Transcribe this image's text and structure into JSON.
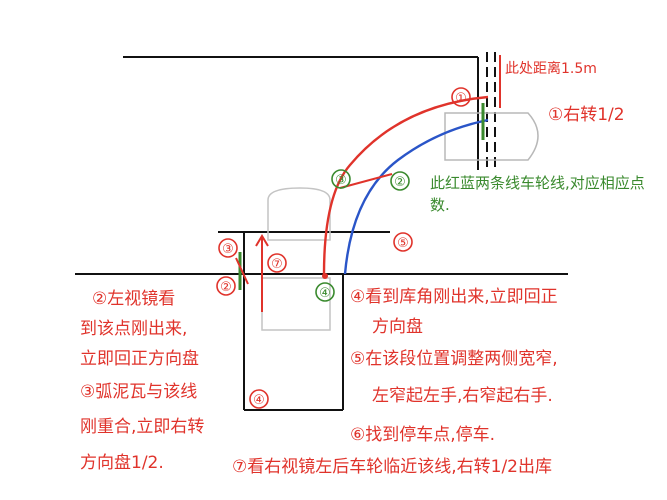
{
  "colors": {
    "red": "#e0332b",
    "blue": "#2a55c8",
    "green": "#3a8a2e",
    "black": "#111111",
    "car_outline": "#b8b8b8"
  },
  "diagram": {
    "distance_note": "此处距离1.5m",
    "step1_note": "①右转1/2",
    "green_note": "此红蓝两条线车轮线,对应相应点数.",
    "points": {
      "p1": "①",
      "p2": "②",
      "p3": "③",
      "p4": "④",
      "p5": "⑤",
      "p7": "⑦",
      "p2_left": "②",
      "p3_left": "③",
      "p4_bottom": "④"
    },
    "left_instructions": [
      "②左视镜看",
      "到该点刚出来,",
      "立即回正方向盘",
      "③弧泥瓦与该线",
      "刚重合,立即右转",
      "方向盘1/2."
    ],
    "right_instructions": [
      "④看到库角刚出来,立即回正",
      "方向盘",
      "⑤在该段位置调整两侧宽窄,",
      "左窄起左手,右窄起右手."
    ],
    "step6": "⑥找到停车点,停车.",
    "step7": "⑦看右视镜左后车轮临近该线,右转1/2出库"
  }
}
